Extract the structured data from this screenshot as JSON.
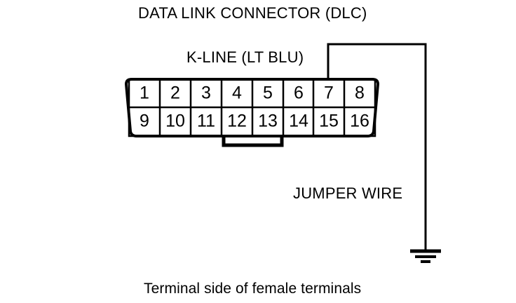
{
  "diagram": {
    "title": "DATA LINK CONNECTOR (DLC)",
    "caption": "Terminal side of female terminals",
    "labels": {
      "kline": "K-LINE (LT BLU)",
      "jumper_wire": "JUMPER WIRE"
    },
    "colors": {
      "background": "#ffffff",
      "line": "#000000",
      "text": "#000000"
    },
    "connector": {
      "name": "DLC",
      "pin_count": 16,
      "top_row": [
        "1",
        "2",
        "3",
        "4",
        "5",
        "6",
        "7",
        "8"
      ],
      "bottom_row": [
        "9",
        "10",
        "11",
        "12",
        "13",
        "14",
        "15",
        "16"
      ]
    },
    "connections": {
      "kline_pin": "7",
      "jumper_pins": [
        "12",
        "13"
      ],
      "ground_symbol": "earth-ground"
    }
  }
}
